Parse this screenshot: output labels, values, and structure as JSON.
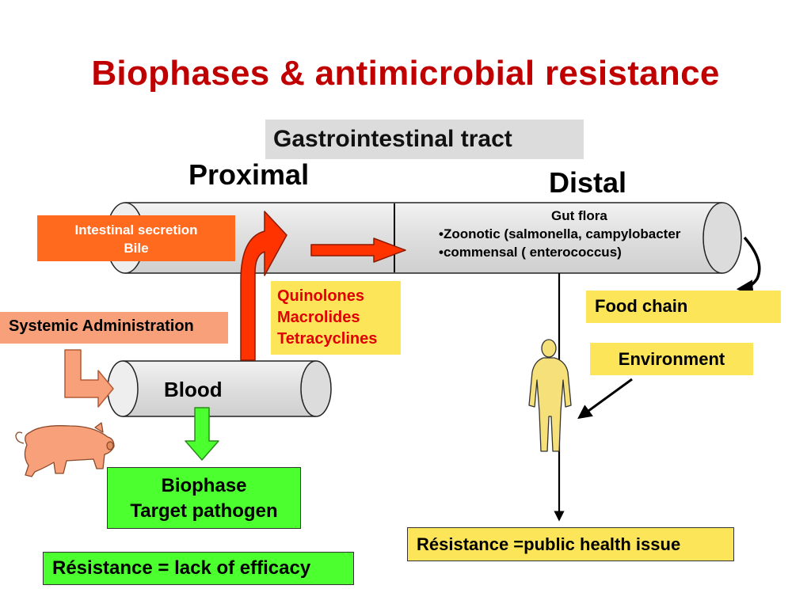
{
  "slide": {
    "title": "Biophases & antimicrobial resistance",
    "gi_tract_label": "Gastrointestinal tract",
    "proximal_label": "Proximal",
    "distal_label": "Distal",
    "gut_flora": {
      "heading": "Gut flora",
      "items": [
        "•Zoonotic (salmonella, campylobacter",
        "•commensal  ( enterococcus)"
      ]
    },
    "secretion": {
      "line1": "Intestinal secretion",
      "line2": "Bile"
    },
    "systemic_label": "Systemic Administration",
    "drugs": [
      "Quinolones",
      "Macrolides",
      "Tetracyclines"
    ],
    "blood_label": "Blood",
    "food_chain_label": "Food chain",
    "environment_label": "Environment",
    "biophase": {
      "line1": "Biophase",
      "line2": "Target pathogen"
    },
    "resistance_efficacy": "Résistance = lack of efficacy",
    "resistance_public": "Résistance =public health issue"
  },
  "colors": {
    "title": "#c00000",
    "tube_fill": "#dcdcdc",
    "secretion_box": "#ff6a1f",
    "systemic_box": "#f7a07a",
    "drug_box": "#fde55a",
    "green_box": "#4cff2e",
    "red_arrow": "#ff3300",
    "pig": "#f7a07a",
    "human_figure": "#f5e07a"
  },
  "icons": [
    "pig-icon",
    "human-figure-icon"
  ]
}
